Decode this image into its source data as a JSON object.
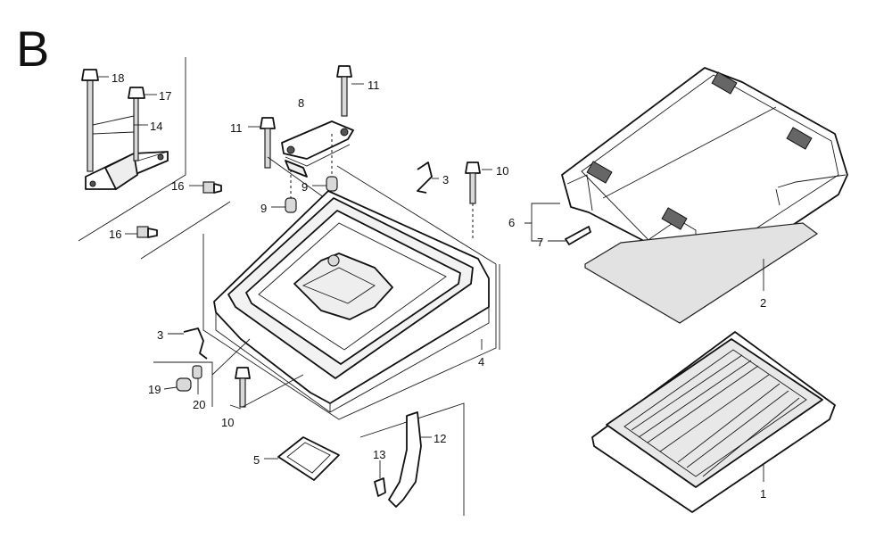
{
  "section_letter": "B",
  "callouts": {
    "c1": "1",
    "c2": "2",
    "c3a": "3",
    "c3b": "3",
    "c4": "4",
    "c5": "5",
    "c6": "6",
    "c7": "7",
    "c8": "8",
    "c9a": "9",
    "c9b": "9",
    "c10a": "10",
    "c10b": "10",
    "c11a": "11",
    "c11b": "11",
    "c12": "12",
    "c13": "13",
    "c14": "14",
    "c16a": "16",
    "c16b": "16",
    "c17": "17",
    "c18": "18",
    "c19": "19",
    "c20": "20"
  }
}
